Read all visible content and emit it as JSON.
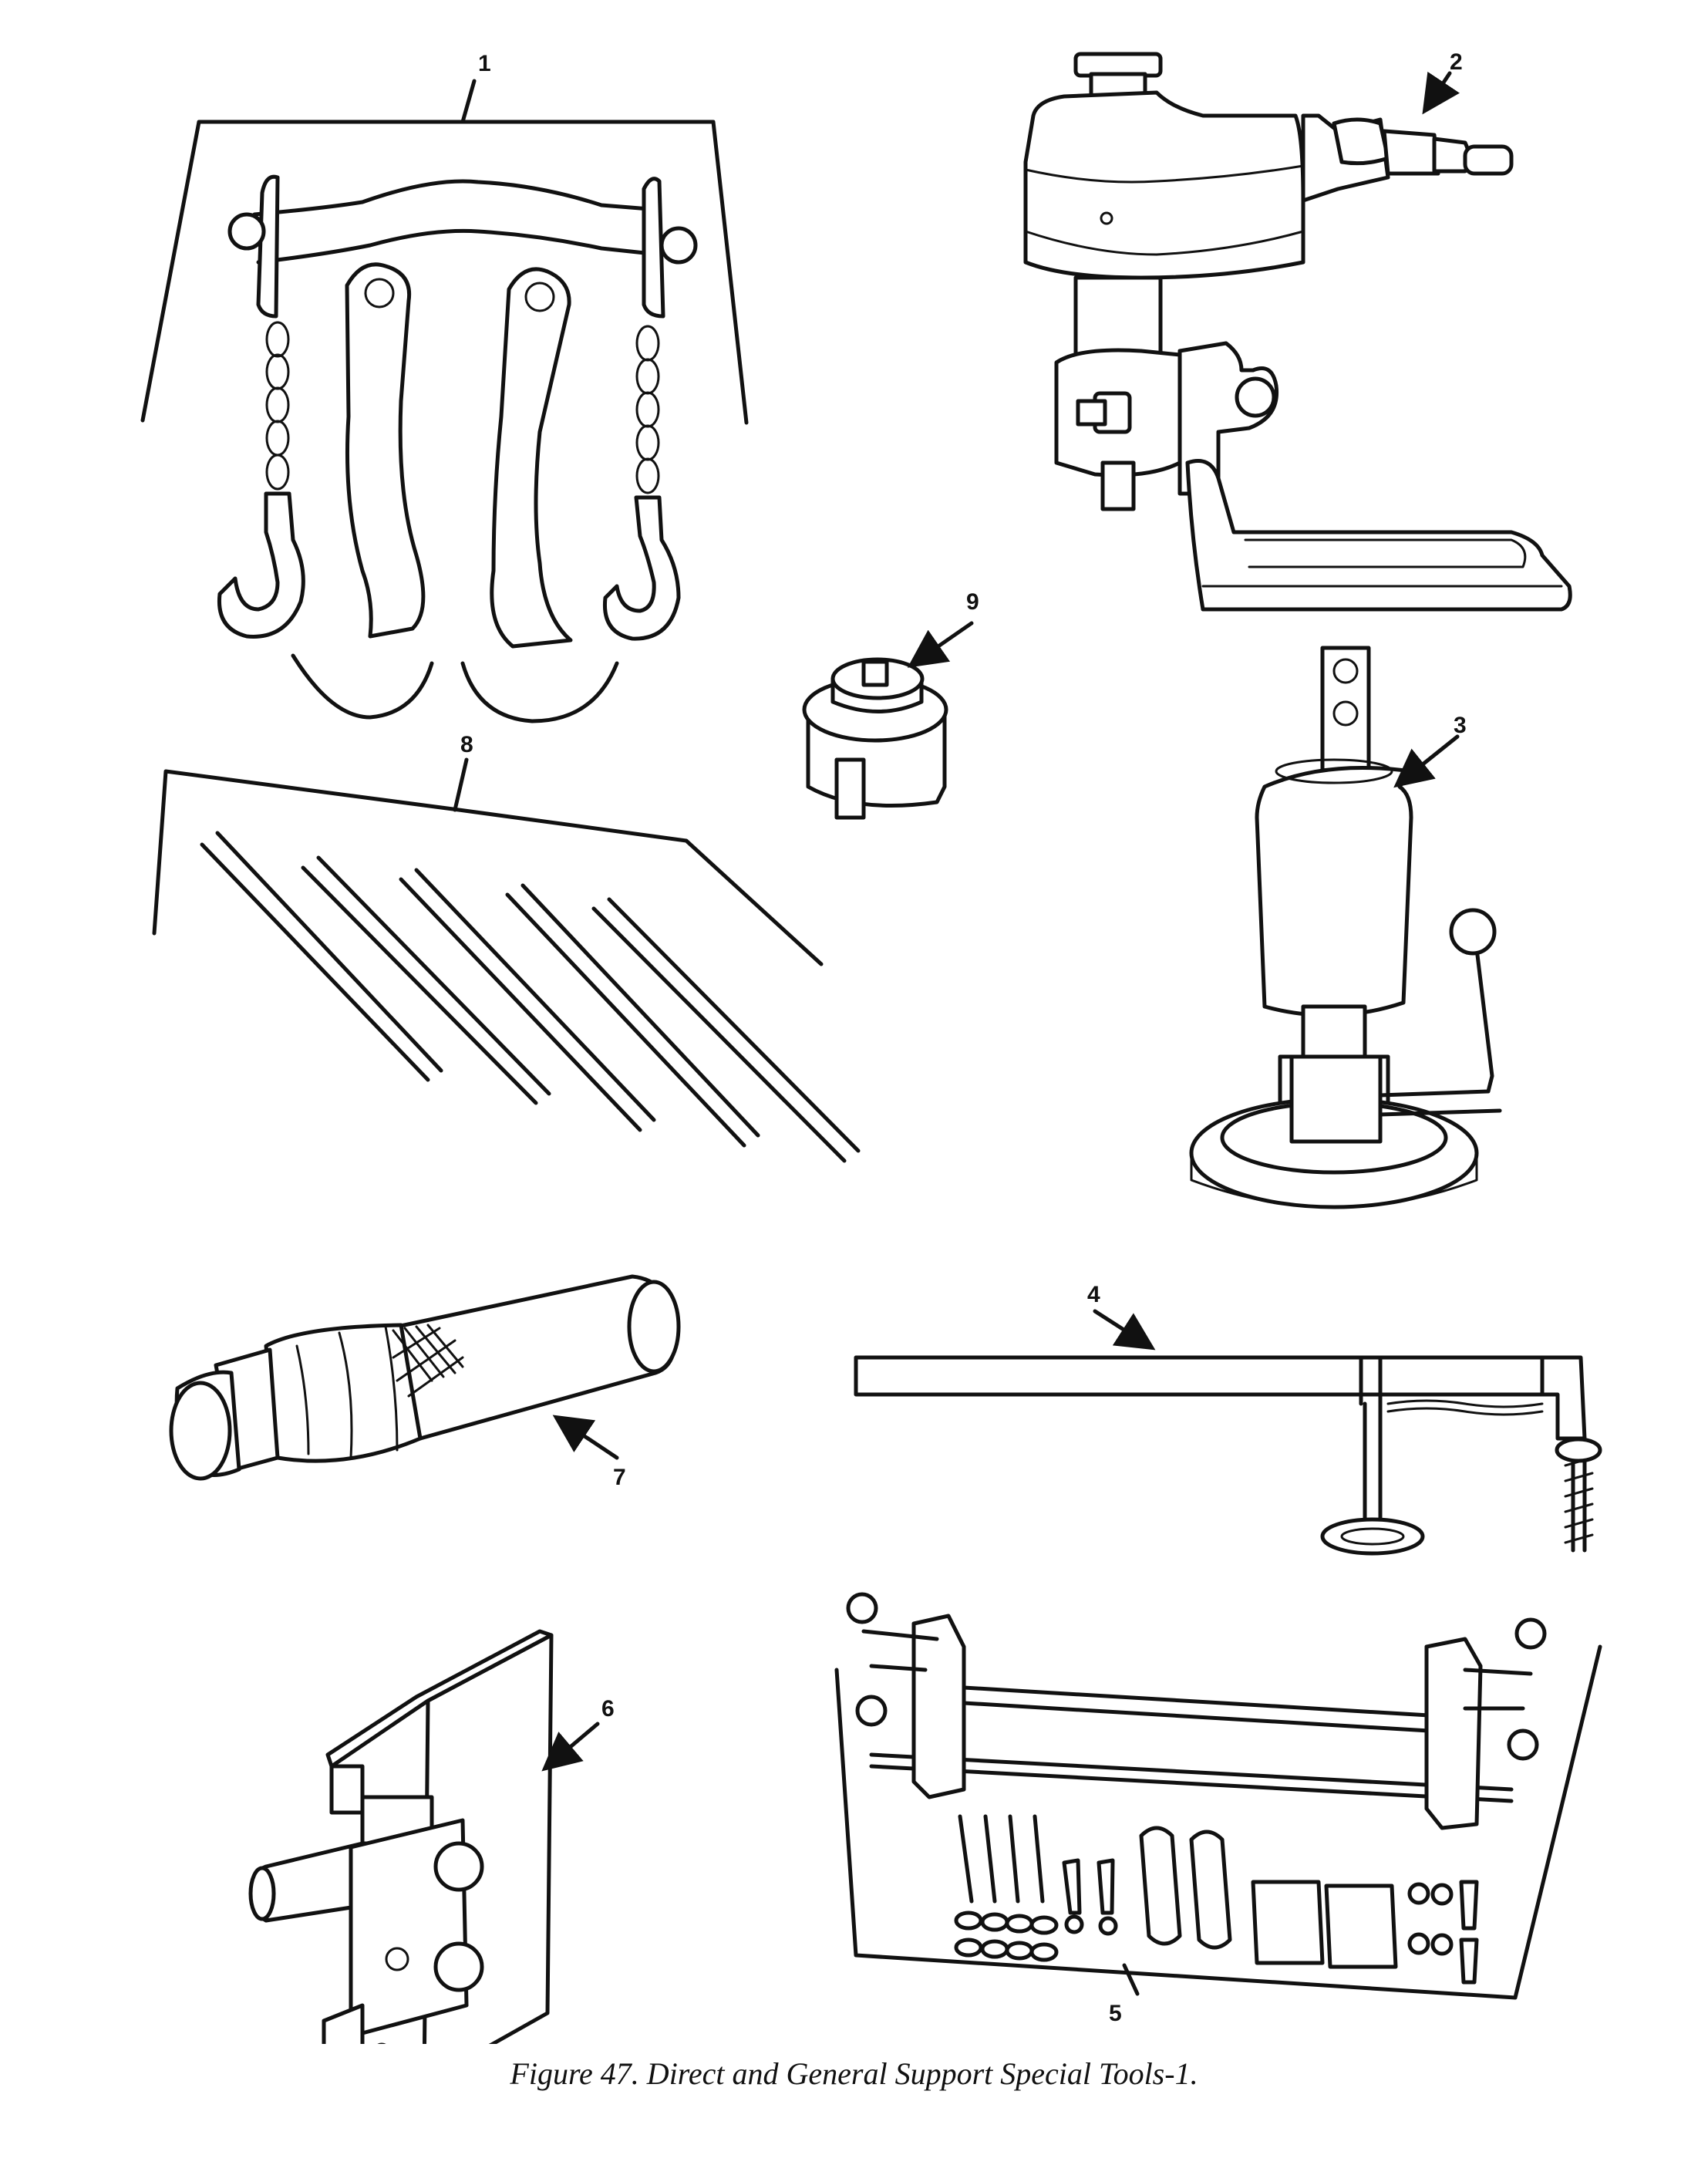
{
  "figure": {
    "caption": "Figure 47. Direct and General Support Special Tools-1.",
    "callouts": [
      "1",
      "2",
      "3",
      "4",
      "5",
      "6",
      "7",
      "8",
      "9"
    ]
  }
}
